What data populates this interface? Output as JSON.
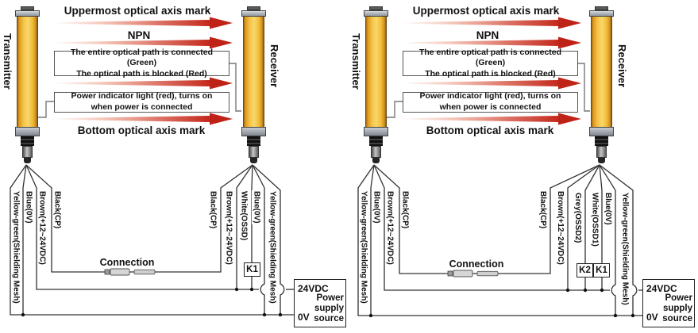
{
  "colors": {
    "arrow_red": "#c5281c",
    "tower_yellow": "#f2bd35",
    "wire_line": "#333333"
  },
  "panels": [
    {
      "transmitter_label": "Transmitter",
      "receiver_label": "Receiver",
      "arrow_top": "Uppermost optical axis mark",
      "arrow_npn": "NPN",
      "arrow_bottom": "Bottom optical axis mark",
      "box1_line1": "The entire optical path is connected (Green)",
      "box1_line2": "The optical path is blocked (Red)",
      "box2_line1": "Power indicator light (red), turns on",
      "box2_line2": "when power is connected",
      "connection_label": "Connection",
      "transmitter_wires": [
        "Yellow-green(Shielding Mesh)",
        "Blue(0V)",
        "Brown(+12~24VDC)",
        "Black(CP)"
      ],
      "receiver_wires": [
        "Black(CP)",
        "Brown(+12~24VDC)",
        "White(OSSD)",
        "Blue(0V)",
        "Yellow-green(Shielding Mesh)"
      ],
      "relays": [
        "K1"
      ],
      "power": {
        "v24": "24VDC",
        "v0": "0V",
        "source": "Power supply source"
      }
    },
    {
      "transmitter_label": "Transmitter",
      "receiver_label": "Receiver",
      "arrow_top": "Uppermost optical axis mark",
      "arrow_npn": "NPN",
      "arrow_bottom": "Bottom optical axis mark",
      "box1_line1": "The entire optical path is connected (Green)",
      "box1_line2": "The optical path is blocked (Red)",
      "box2_line1": "Power indicator light (red), turns on",
      "box2_line2": "when power is connected",
      "connection_label": "Connection",
      "transmitter_wires": [
        "Yellow-green(Shielding Mesh)",
        "Blue(0V)",
        "Brown(+12~24VDC)",
        "Black(CP)"
      ],
      "receiver_wires": [
        "Black(CP)",
        "Brown(+12~24VDC)",
        "Grey(OSSD2)",
        "White(OSSD1)",
        "Blue(0V)",
        "Yellow-green(Shielding Mesh)"
      ],
      "relays": [
        "K2",
        "K1"
      ],
      "power": {
        "v24": "24VDC",
        "v0": "0V",
        "source": "Power supply source"
      }
    }
  ]
}
